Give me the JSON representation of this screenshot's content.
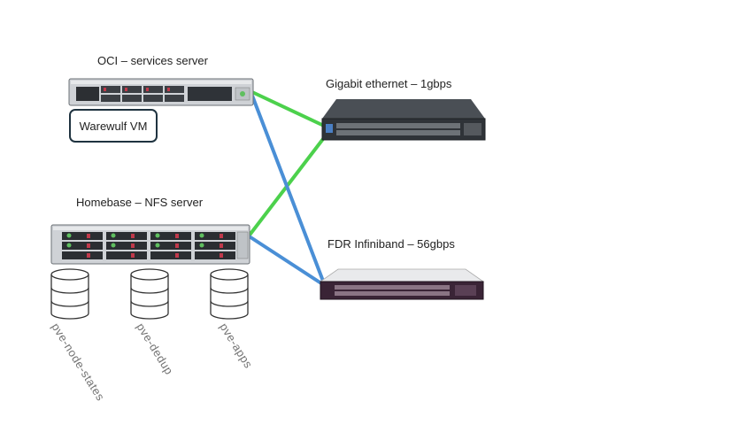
{
  "labels": {
    "oci_server": "OCI – services server",
    "warewulf_vm": "Warewulf VM",
    "homebase_server": "Homebase – NFS server",
    "gigabit_switch": "Gigabit ethernet – 1gbps",
    "infiniband_switch": "FDR Infiniband – 56gbps"
  },
  "volumes": [
    {
      "name": "pve-node-states"
    },
    {
      "name": "pve-dedup"
    },
    {
      "name": "pve-apps"
    }
  ],
  "colors": {
    "ethernet_link": "#4cd14c",
    "infiniband_link": "#4a8fd6"
  }
}
